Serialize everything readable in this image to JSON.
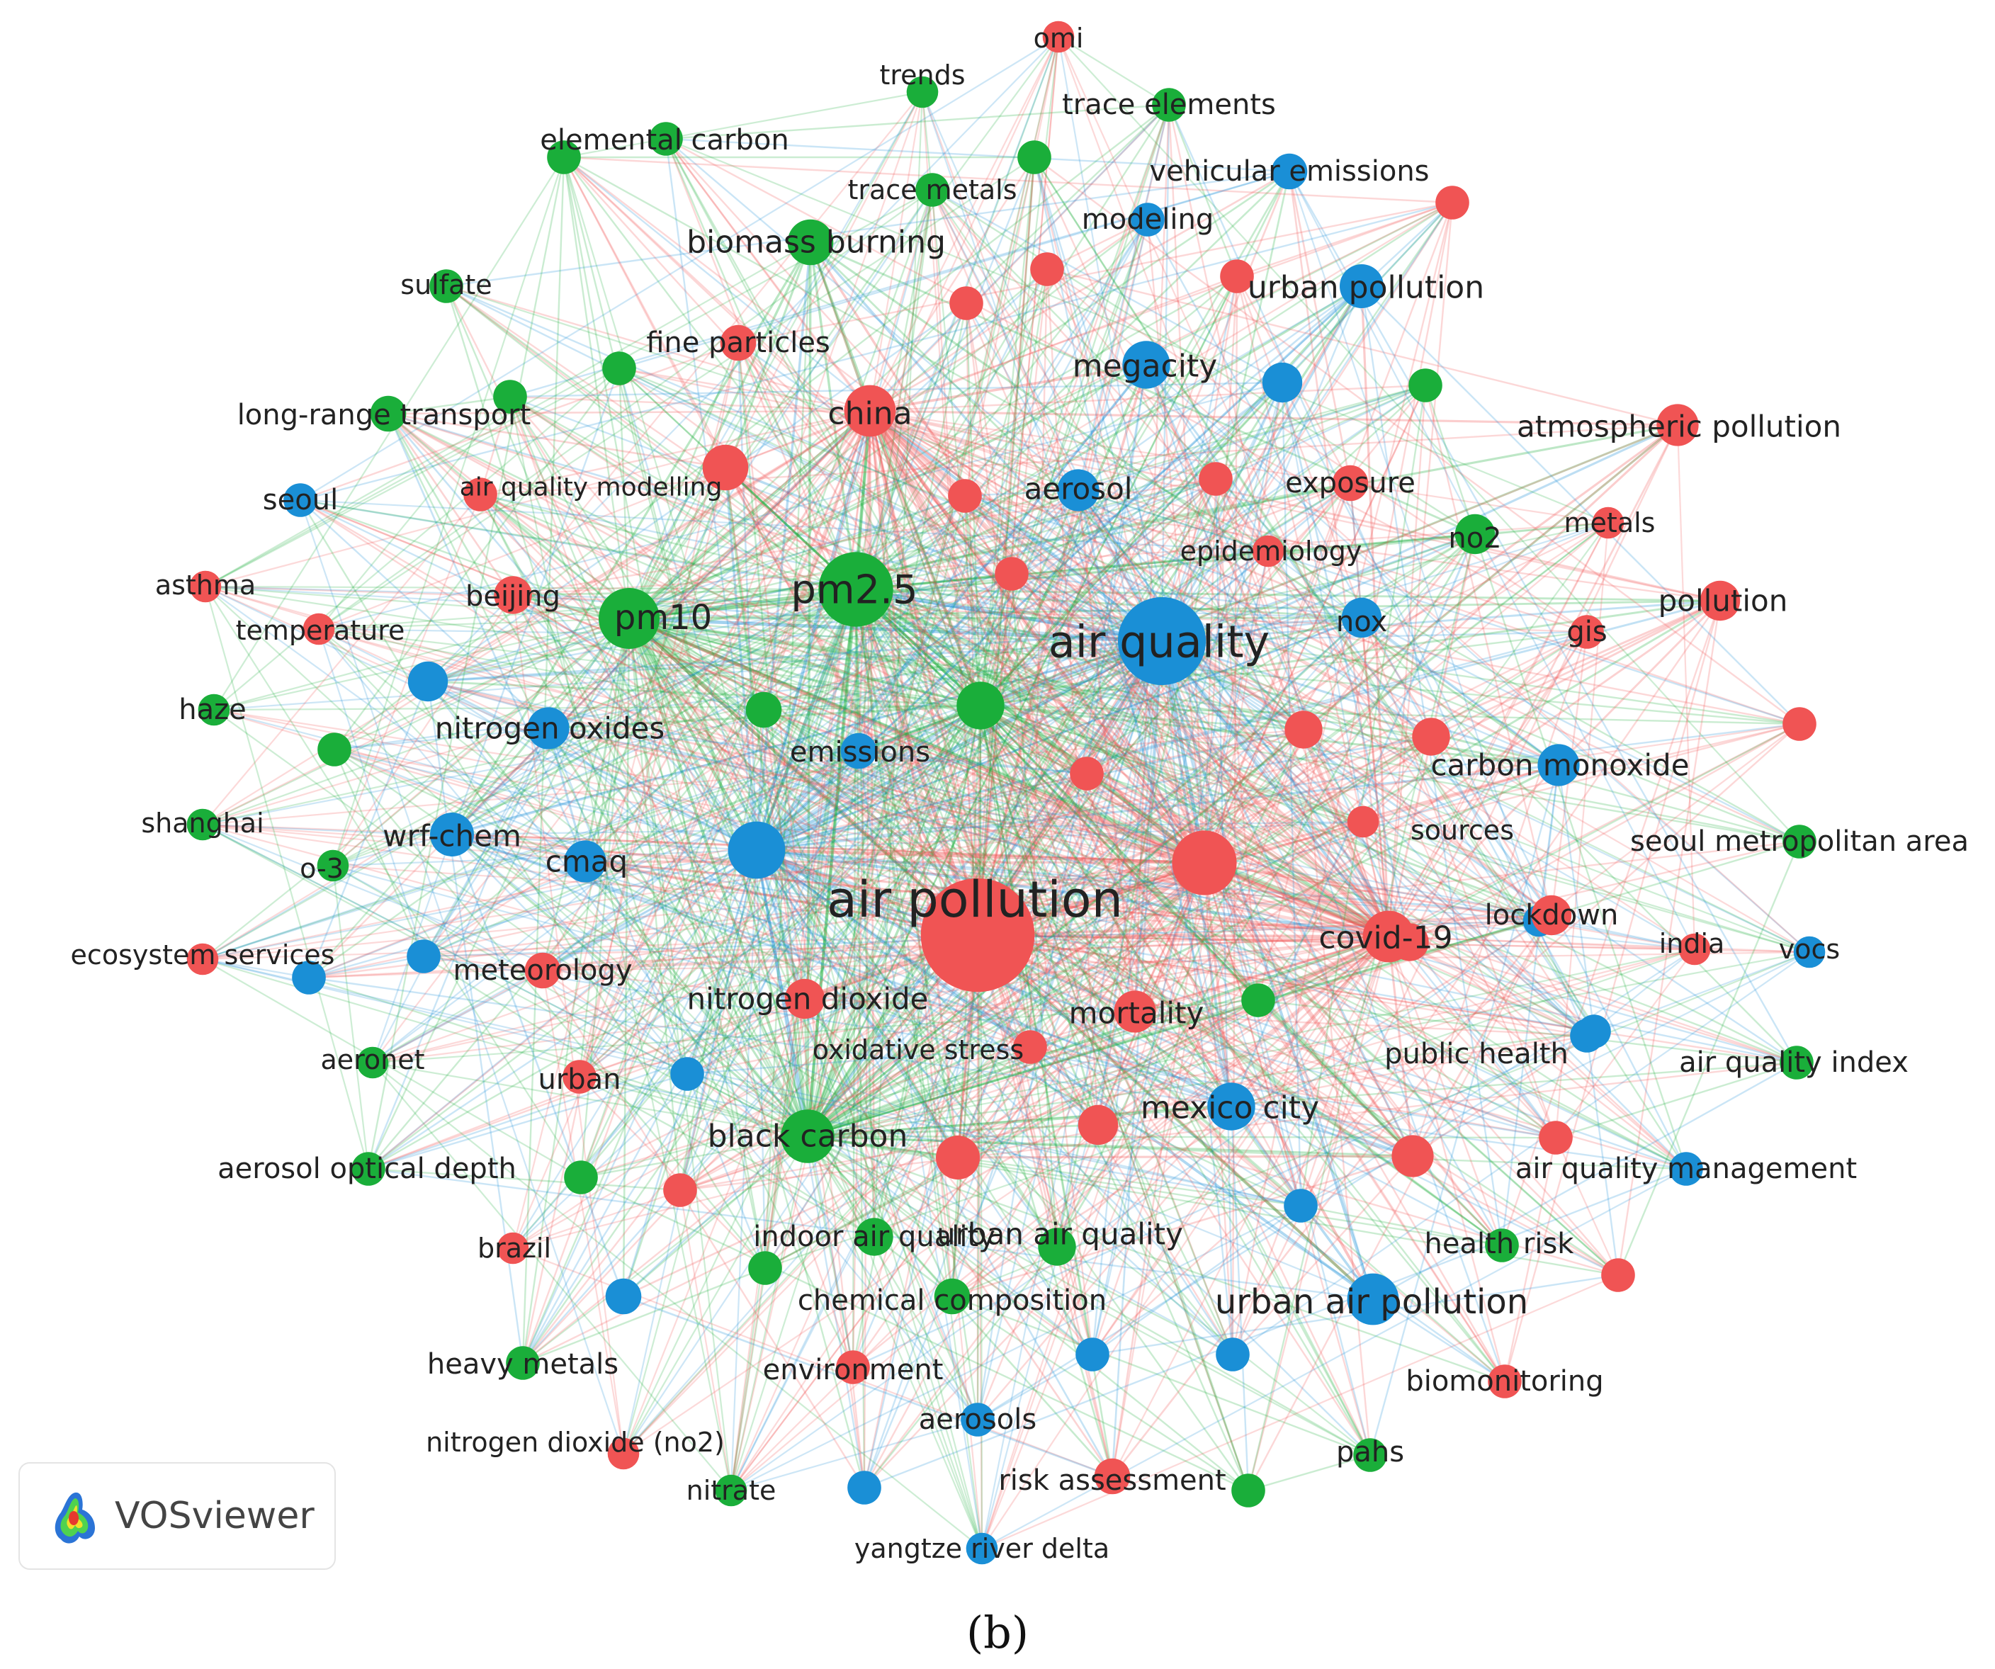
{
  "colors": {
    "red": "#f05454",
    "green": "#1aae3a",
    "blue": "#1a8fd6"
  },
  "caption": "(b)",
  "badge": {
    "text": "VOSviewer",
    "icon": "vosviewer-density-logo"
  },
  "clusters": [
    {
      "id": "red",
      "color": "#f05454"
    },
    {
      "id": "green",
      "color": "#1aae3a"
    },
    {
      "id": "blue",
      "color": "#1a8fd6"
    }
  ],
  "nodes": [
    {
      "id": "air_pollution",
      "label": "air pollution",
      "cluster": "red",
      "weight": 100
    },
    {
      "id": "air_quality",
      "label": "air quality",
      "cluster": "blue",
      "weight": 70
    },
    {
      "id": "pm25",
      "label": "pm2.5",
      "cluster": "green",
      "weight": 55
    },
    {
      "id": "pm10",
      "label": "pm10",
      "cluster": "green",
      "weight": 40
    },
    {
      "id": "china",
      "label": "china",
      "cluster": "red",
      "weight": 30
    },
    {
      "id": "megacity",
      "label": "megacity",
      "cluster": "blue",
      "weight": 26
    },
    {
      "id": "urban_air_pollution",
      "label": "urban air pollution",
      "cluster": "blue",
      "weight": 30
    },
    {
      "id": "covid19",
      "label": "covid-19",
      "cluster": "red",
      "weight": 30
    },
    {
      "id": "black_carbon",
      "label": "black carbon",
      "cluster": "green",
      "weight": 32
    },
    {
      "id": "mexico_city",
      "label": "mexico city",
      "cluster": "blue",
      "weight": 26
    },
    {
      "id": "biomass_burning",
      "label": "biomass burning",
      "cluster": "green",
      "weight": 24
    },
    {
      "id": "urban_pollution",
      "label": "urban pollution",
      "cluster": "blue",
      "weight": 22
    },
    {
      "id": "atmospheric_pollution",
      "label": "atmospheric pollution",
      "cluster": "red",
      "weight": 20
    },
    {
      "id": "nitrogen_oxides",
      "label": "nitrogen oxides",
      "cluster": "blue",
      "weight": 20
    },
    {
      "id": "wrf_chem",
      "label": "wrf-chem",
      "cluster": "blue",
      "weight": 22
    },
    {
      "id": "cmaq",
      "label": "cmaq",
      "cluster": "blue",
      "weight": 20
    },
    {
      "id": "aerosol",
      "label": "aerosol",
      "cluster": "blue",
      "weight": 20
    },
    {
      "id": "nox",
      "label": "nox",
      "cluster": "blue",
      "weight": 18
    },
    {
      "id": "no2",
      "label": "no2",
      "cluster": "green",
      "weight": 18
    },
    {
      "id": "pollution",
      "label": "pollution",
      "cluster": "red",
      "weight": 18
    },
    {
      "id": "carbon_monoxide",
      "label": "carbon monoxide",
      "cluster": "blue",
      "weight": 20
    },
    {
      "id": "lockdown",
      "label": "lockdown",
      "cluster": "red",
      "weight": 18
    },
    {
      "id": "mortality",
      "label": "mortality",
      "cluster": "red",
      "weight": 20
    },
    {
      "id": "nitrogen_dioxide",
      "label": "nitrogen dioxide",
      "cluster": "red",
      "weight": 18
    },
    {
      "id": "urban_air_quality",
      "label": "urban air quality",
      "cluster": "green",
      "weight": 16
    },
    {
      "id": "indoor_air_quality",
      "label": "indoor air quality",
      "cluster": "green",
      "weight": 16
    },
    {
      "id": "emissions",
      "label": "emissions",
      "cluster": "blue",
      "weight": 14
    },
    {
      "id": "exposure",
      "label": "exposure",
      "cluster": "red",
      "weight": 14
    },
    {
      "id": "beijing",
      "label": "beijing",
      "cluster": "red",
      "weight": 16
    },
    {
      "id": "seoul",
      "label": "seoul",
      "cluster": "blue",
      "weight": 12
    },
    {
      "id": "long_range_transport",
      "label": "long-range transport",
      "cluster": "green",
      "weight": 14
    },
    {
      "id": "fine_particles",
      "label": "fine particles",
      "cluster": "red",
      "weight": 14
    },
    {
      "id": "air_quality_modelling",
      "label": "air quality modelling",
      "cluster": "red",
      "weight": 12
    },
    {
      "id": "sulfate",
      "label": "sulfate",
      "cluster": "green",
      "weight": 12
    },
    {
      "id": "elemental_carbon",
      "label": "elemental carbon",
      "cluster": "green",
      "weight": 12
    },
    {
      "id": "trends",
      "label": "trends",
      "cluster": "green",
      "weight": 10
    },
    {
      "id": "omi",
      "label": "omi",
      "cluster": "red",
      "weight": 10
    },
    {
      "id": "trace_elements",
      "label": "trace elements",
      "cluster": "green",
      "weight": 12
    },
    {
      "id": "trace_metals",
      "label": "trace metals",
      "cluster": "green",
      "weight": 12
    },
    {
      "id": "vehicular_emissions",
      "label": "vehicular emissions",
      "cluster": "blue",
      "weight": 14
    },
    {
      "id": "modeling",
      "label": "modeling",
      "cluster": "blue",
      "weight": 12
    },
    {
      "id": "epidemiology",
      "label": "epidemiology",
      "cluster": "red",
      "weight": 10
    },
    {
      "id": "metals",
      "label": "metals",
      "cluster": "red",
      "weight": 10
    },
    {
      "id": "gis",
      "label": "gis",
      "cluster": "red",
      "weight": 12
    },
    {
      "id": "asthma",
      "label": "asthma",
      "cluster": "red",
      "weight": 10
    },
    {
      "id": "temperature",
      "label": "temperature",
      "cluster": "red",
      "weight": 10
    },
    {
      "id": "haze",
      "label": "haze",
      "cluster": "green",
      "weight": 10
    },
    {
      "id": "shanghai",
      "label": "shanghai",
      "cluster": "green",
      "weight": 10
    },
    {
      "id": "o3",
      "label": "o-3",
      "cluster": "green",
      "weight": 10
    },
    {
      "id": "ecosystem_services",
      "label": "ecosystem services",
      "cluster": "red",
      "weight": 10
    },
    {
      "id": "meteorology",
      "label": "meteorology",
      "cluster": "red",
      "weight": 14
    },
    {
      "id": "aeronet",
      "label": "aeronet",
      "cluster": "green",
      "weight": 10
    },
    {
      "id": "urban",
      "label": "urban",
      "cluster": "red",
      "weight": 12
    },
    {
      "id": "aerosol_optical_depth",
      "label": "aerosol optical depth",
      "cluster": "green",
      "weight": 12
    },
    {
      "id": "brazil",
      "label": "brazil",
      "cluster": "red",
      "weight": 10
    },
    {
      "id": "heavy_metals",
      "label": "heavy metals",
      "cluster": "green",
      "weight": 12
    },
    {
      "id": "nitrogen_dioxide_no2",
      "label": "nitrogen dioxide (no2)",
      "cluster": "red",
      "weight": 10
    },
    {
      "id": "nitrate",
      "label": "nitrate",
      "cluster": "green",
      "weight": 10
    },
    {
      "id": "environment",
      "label": "environment",
      "cluster": "red",
      "weight": 12
    },
    {
      "id": "chemical_composition",
      "label": "chemical composition",
      "cluster": "green",
      "weight": 14
    },
    {
      "id": "aerosols",
      "label": "aerosols",
      "cluster": "blue",
      "weight": 12
    },
    {
      "id": "yangtze_river_delta",
      "label": "yangtze river delta",
      "cluster": "blue",
      "weight": 10
    },
    {
      "id": "risk_assessment",
      "label": "risk assessment",
      "cluster": "red",
      "weight": 14
    },
    {
      "id": "pahs",
      "label": "pahs",
      "cluster": "green",
      "weight": 12
    },
    {
      "id": "biomonitoring",
      "label": "biomonitoring",
      "cluster": "red",
      "weight": 12
    },
    {
      "id": "health_risk",
      "label": "health risk",
      "cluster": "green",
      "weight": 12
    },
    {
      "id": "air_quality_management",
      "label": "air quality management",
      "cluster": "blue",
      "weight": 12
    },
    {
      "id": "air_quality_index",
      "label": "air quality index",
      "cluster": "green",
      "weight": 12
    },
    {
      "id": "public_health",
      "label": "public health",
      "cluster": "blue",
      "weight": 12
    },
    {
      "id": "oxidative_stress",
      "label": "oxidative stress",
      "cluster": "red",
      "weight": 12
    },
    {
      "id": "sources",
      "label": "sources",
      "cluster": "red",
      "weight": 10
    },
    {
      "id": "seoul_metropolitan_area",
      "label": "seoul metropolitan area",
      "cluster": "green",
      "weight": 12
    },
    {
      "id": "india",
      "label": "india",
      "cluster": "red",
      "weight": 10
    },
    {
      "id": "vocs",
      "label": "vocs",
      "cluster": "blue",
      "weight": 10
    },
    {
      "id": "u_blue1",
      "label": "",
      "cluster": "blue",
      "weight": 36
    },
    {
      "id": "u_red1",
      "label": "",
      "cluster": "red",
      "weight": 44
    },
    {
      "id": "u_green1",
      "label": "",
      "cluster": "green",
      "weight": 26
    },
    {
      "id": "u_red2",
      "label": "",
      "cluster": "red",
      "weight": 24
    },
    {
      "id": "u_red3",
      "label": "",
      "cluster": "red",
      "weight": 22
    },
    {
      "id": "u_red4",
      "label": "",
      "cluster": "red",
      "weight": 20
    },
    {
      "id": "u_blue2",
      "label": "",
      "cluster": "blue",
      "weight": 18
    },
    {
      "id": "u_blue3",
      "label": "",
      "cluster": "blue",
      "weight": 18
    },
    {
      "id": "u_red5",
      "label": "",
      "cluster": "red",
      "weight": 18
    },
    {
      "id": "u_red6",
      "label": "",
      "cluster": "red",
      "weight": 16
    },
    {
      "id": "u_red7",
      "label": "",
      "cluster": "red",
      "weight": 16
    },
    {
      "id": "u_red8",
      "label": "",
      "cluster": "red",
      "weight": 16
    },
    {
      "id": "u_green2",
      "label": "",
      "cluster": "green",
      "weight": 14
    },
    {
      "id": "u_green3",
      "label": "",
      "cluster": "green",
      "weight": 12
    },
    {
      "id": "u_green4",
      "label": "",
      "cluster": "green",
      "weight": 12
    },
    {
      "id": "u_green5",
      "label": "",
      "cluster": "green",
      "weight": 12
    },
    {
      "id": "u_green6",
      "label": "",
      "cluster": "green",
      "weight": 12
    },
    {
      "id": "u_green7",
      "label": "",
      "cluster": "green",
      "weight": 12
    },
    {
      "id": "u_green8",
      "label": "",
      "cluster": "green",
      "weight": 12
    },
    {
      "id": "u_green9",
      "label": "",
      "cluster": "green",
      "weight": 12
    },
    {
      "id": "u_green10",
      "label": "",
      "cluster": "green",
      "weight": 12
    },
    {
      "id": "u_green11",
      "label": "",
      "cluster": "green",
      "weight": 12
    },
    {
      "id": "u_green12",
      "label": "",
      "cluster": "green",
      "weight": 12
    },
    {
      "id": "u_blue4",
      "label": "",
      "cluster": "blue",
      "weight": 14
    },
    {
      "id": "u_blue5",
      "label": "",
      "cluster": "blue",
      "weight": 12
    },
    {
      "id": "u_blue6",
      "label": "",
      "cluster": "blue",
      "weight": 12
    },
    {
      "id": "u_blue7",
      "label": "",
      "cluster": "blue",
      "weight": 12
    },
    {
      "id": "u_blue8",
      "label": "",
      "cluster": "blue",
      "weight": 12
    },
    {
      "id": "u_blue9",
      "label": "",
      "cluster": "blue",
      "weight": 12
    },
    {
      "id": "u_blue10",
      "label": "",
      "cluster": "blue",
      "weight": 12
    },
    {
      "id": "u_blue11",
      "label": "",
      "cluster": "blue",
      "weight": 12
    },
    {
      "id": "u_blue12",
      "label": "",
      "cluster": "blue",
      "weight": 12
    },
    {
      "id": "u_blue13",
      "label": "",
      "cluster": "blue",
      "weight": 10
    },
    {
      "id": "u_red9",
      "label": "",
      "cluster": "red",
      "weight": 12
    },
    {
      "id": "u_red10",
      "label": "",
      "cluster": "red",
      "weight": 12
    },
    {
      "id": "u_red11",
      "label": "",
      "cluster": "red",
      "weight": 12
    },
    {
      "id": "u_red12",
      "label": "",
      "cluster": "red",
      "weight": 12
    },
    {
      "id": "u_red13",
      "label": "",
      "cluster": "red",
      "weight": 12
    },
    {
      "id": "u_red14",
      "label": "",
      "cluster": "red",
      "weight": 12
    },
    {
      "id": "u_red15",
      "label": "",
      "cluster": "red",
      "weight": 12
    },
    {
      "id": "u_red16",
      "label": "",
      "cluster": "red",
      "weight": 12
    },
    {
      "id": "u_red17",
      "label": "",
      "cluster": "red",
      "weight": 12
    },
    {
      "id": "u_red18",
      "label": "",
      "cluster": "red",
      "weight": 12
    },
    {
      "id": "u_red19",
      "label": "",
      "cluster": "red",
      "weight": 12
    },
    {
      "id": "u_red20",
      "label": "",
      "cluster": "red",
      "weight": 12
    }
  ]
}
